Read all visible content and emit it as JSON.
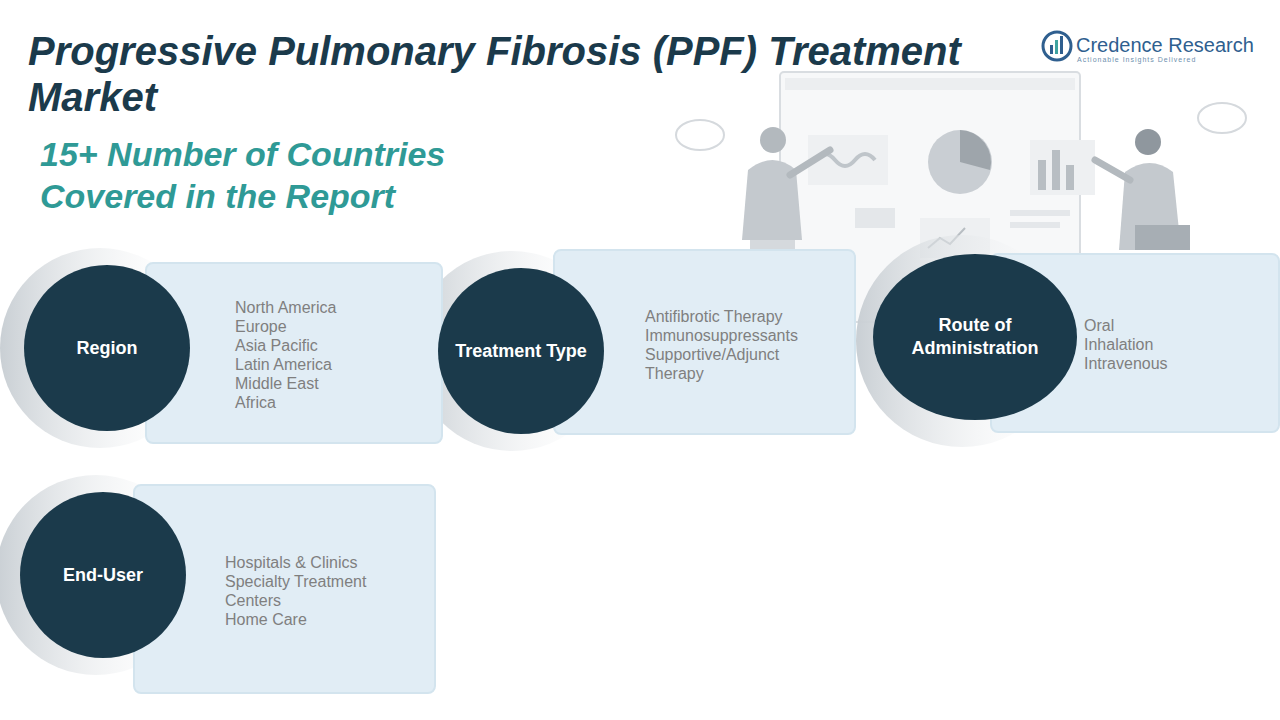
{
  "diagram": {
    "title": "Progressive Pulmonary Fibrosis (PPF) Treatment Market",
    "nodes": [
      {
        "text": [
          "Region"
        ]
      },
      {
        "text": [
          "North America",
          "Europe",
          "Asia Pacific",
          "Latin America",
          "Middle East",
          "Africa"
        ]
      },
      {
        "text": [
          "Treatment Type"
        ]
      },
      {
        "text": [
          "Antifibrotic Therapy",
          "Immunosuppressants",
          "Supportive/Adjunct Therapy"
        ]
      },
      {
        "text": [
          "Route of Administration"
        ]
      },
      {
        "text": [
          "Oral",
          "Inhalation",
          "Intravenous"
        ]
      },
      {
        "text": [
          "End-User"
        ]
      },
      {
        "text": [
          "Hospitals & Clinics",
          "Specialty Treatment Centers",
          "Home Care"
        ]
      }
    ],
    "labels": [
      "15+ Number of Countries Covered in the Report",
      "Credence Research",
      "Actionable Insights Delivered"
    ]
  }
}
